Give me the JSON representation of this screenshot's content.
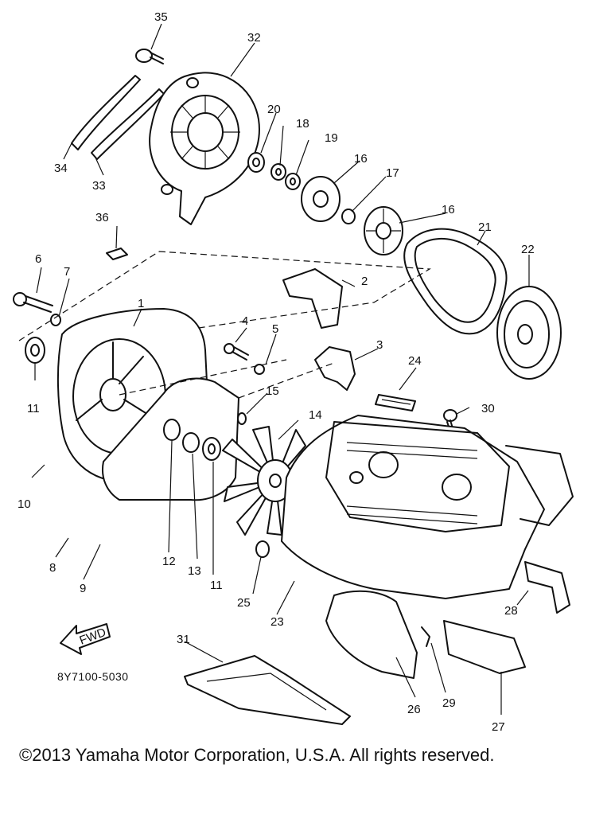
{
  "diagram": {
    "part_code": "8Y7100-5030",
    "fwd_label": "FWD",
    "copyright": "©2013 Yamaha Motor Corporation, U.S.A. All rights reserved.",
    "callouts": [
      "35",
      "32",
      "20",
      "18",
      "19",
      "16",
      "17",
      "16",
      "21",
      "22",
      "34",
      "33",
      "36",
      "6",
      "7",
      "2",
      "1",
      "4",
      "5",
      "3",
      "24",
      "11",
      "15",
      "14",
      "30",
      "10",
      "12",
      "13",
      "11",
      "8",
      "9",
      "25",
      "23",
      "28",
      "31",
      "26",
      "29",
      "27"
    ]
  }
}
